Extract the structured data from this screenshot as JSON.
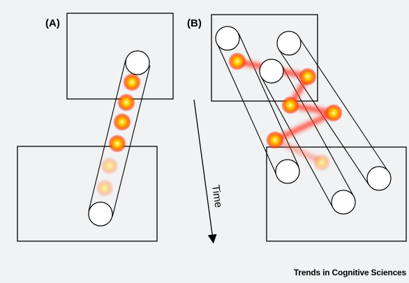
{
  "panels": {
    "a_label": "(A)",
    "b_label": "(B)"
  },
  "arrow": {
    "label": "Time"
  },
  "footer": {
    "credit": "Trends in Cognitive Sciences"
  },
  "colors": {
    "background": "#f1f2f3",
    "outline": "#000000",
    "ball_core": "#ffd200",
    "ball_glow": "#ff3300",
    "trail": "#ff3b2a"
  }
}
